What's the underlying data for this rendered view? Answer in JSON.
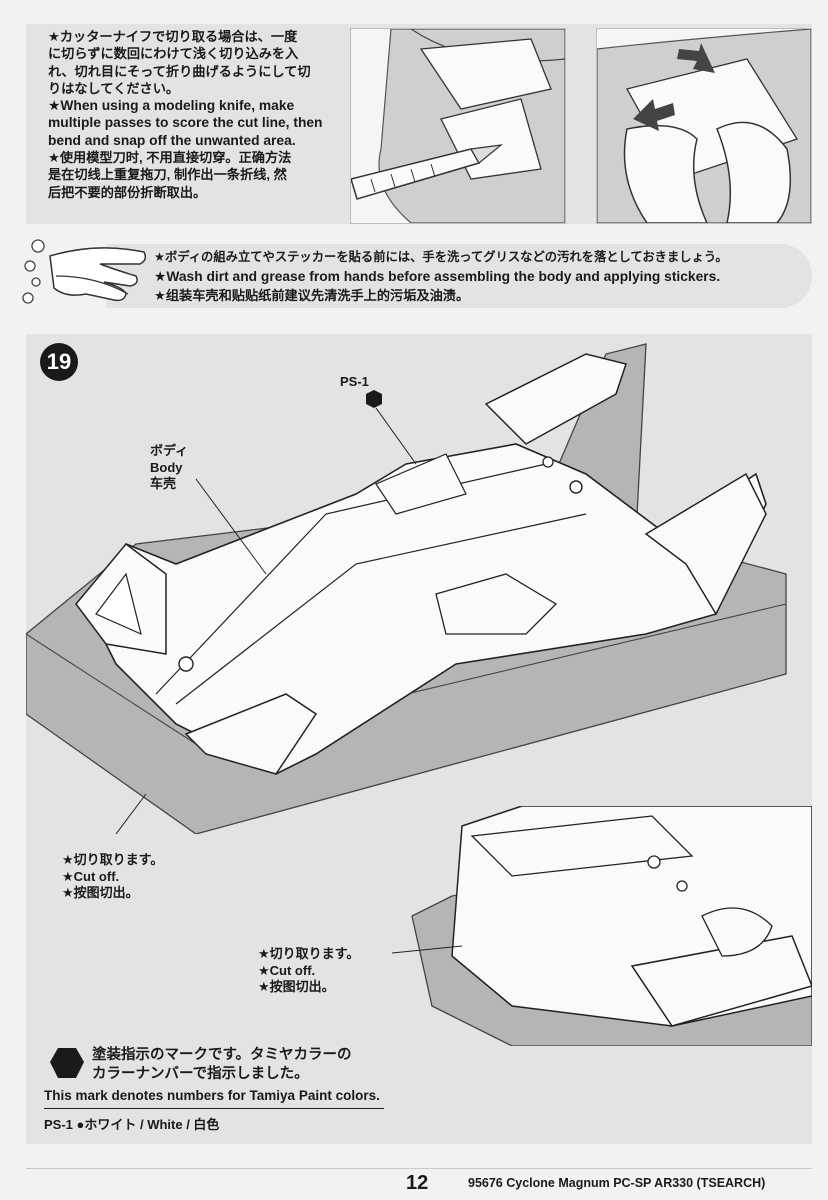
{
  "tip_cut": {
    "lines": [
      "★カッターナイフで切り取る場合は、一度",
      "に切らずに数回にわけて浅く切り込みを入",
      "れ、切れ目にそって折り曲げるようにして切",
      "りはなしてください。",
      "★When using a modeling knife, make",
      "multiple passes to score the cut line, then",
      "bend and snap off the unwanted area.",
      "★使用模型刀时, 不用直接切穿。正确方法",
      "是在切线上重复拖刀, 制作出一条折线, 然",
      "后把不要的部份折断取出。"
    ]
  },
  "wash": {
    "icon": "hands-wash-icon",
    "lines": [
      "★ボディの組み立てやステッカーを貼る前には、手を洗ってグリスなどの汚れを落としておきましょう。",
      "★Wash dirt and grease from hands before assembling the body and applying stickers.",
      "★组装车壳和贴贴纸前建议先清洗手上的污垢及油渍。"
    ]
  },
  "step": {
    "number": "19",
    "paint_code": "PS-1",
    "body_label": [
      "ボディ",
      "Body",
      "车壳"
    ],
    "cutoff_1": [
      "★切り取ります。",
      "★Cut off.",
      "★按图切出。"
    ],
    "cutoff_2": [
      "★切り取ります。",
      "★Cut off.",
      "★按图切出。"
    ]
  },
  "legend": {
    "icon": "paint-mark-icon",
    "jp": [
      "塗装指示のマークです。タミヤカラーの",
      "カラーナンバーで指示しました。"
    ],
    "en": "This mark denotes numbers for Tamiya Paint colors.",
    "ps": "PS-1  ●ホワイト / White / 白色"
  },
  "footer": {
    "page": "12",
    "text": "95676 Cyclone Magnum PC-SP AR330 (TSEARCH)"
  },
  "colors": {
    "panel": "#e3e3e3",
    "page": "#f2f2f2",
    "ink": "#1a1a1a"
  }
}
